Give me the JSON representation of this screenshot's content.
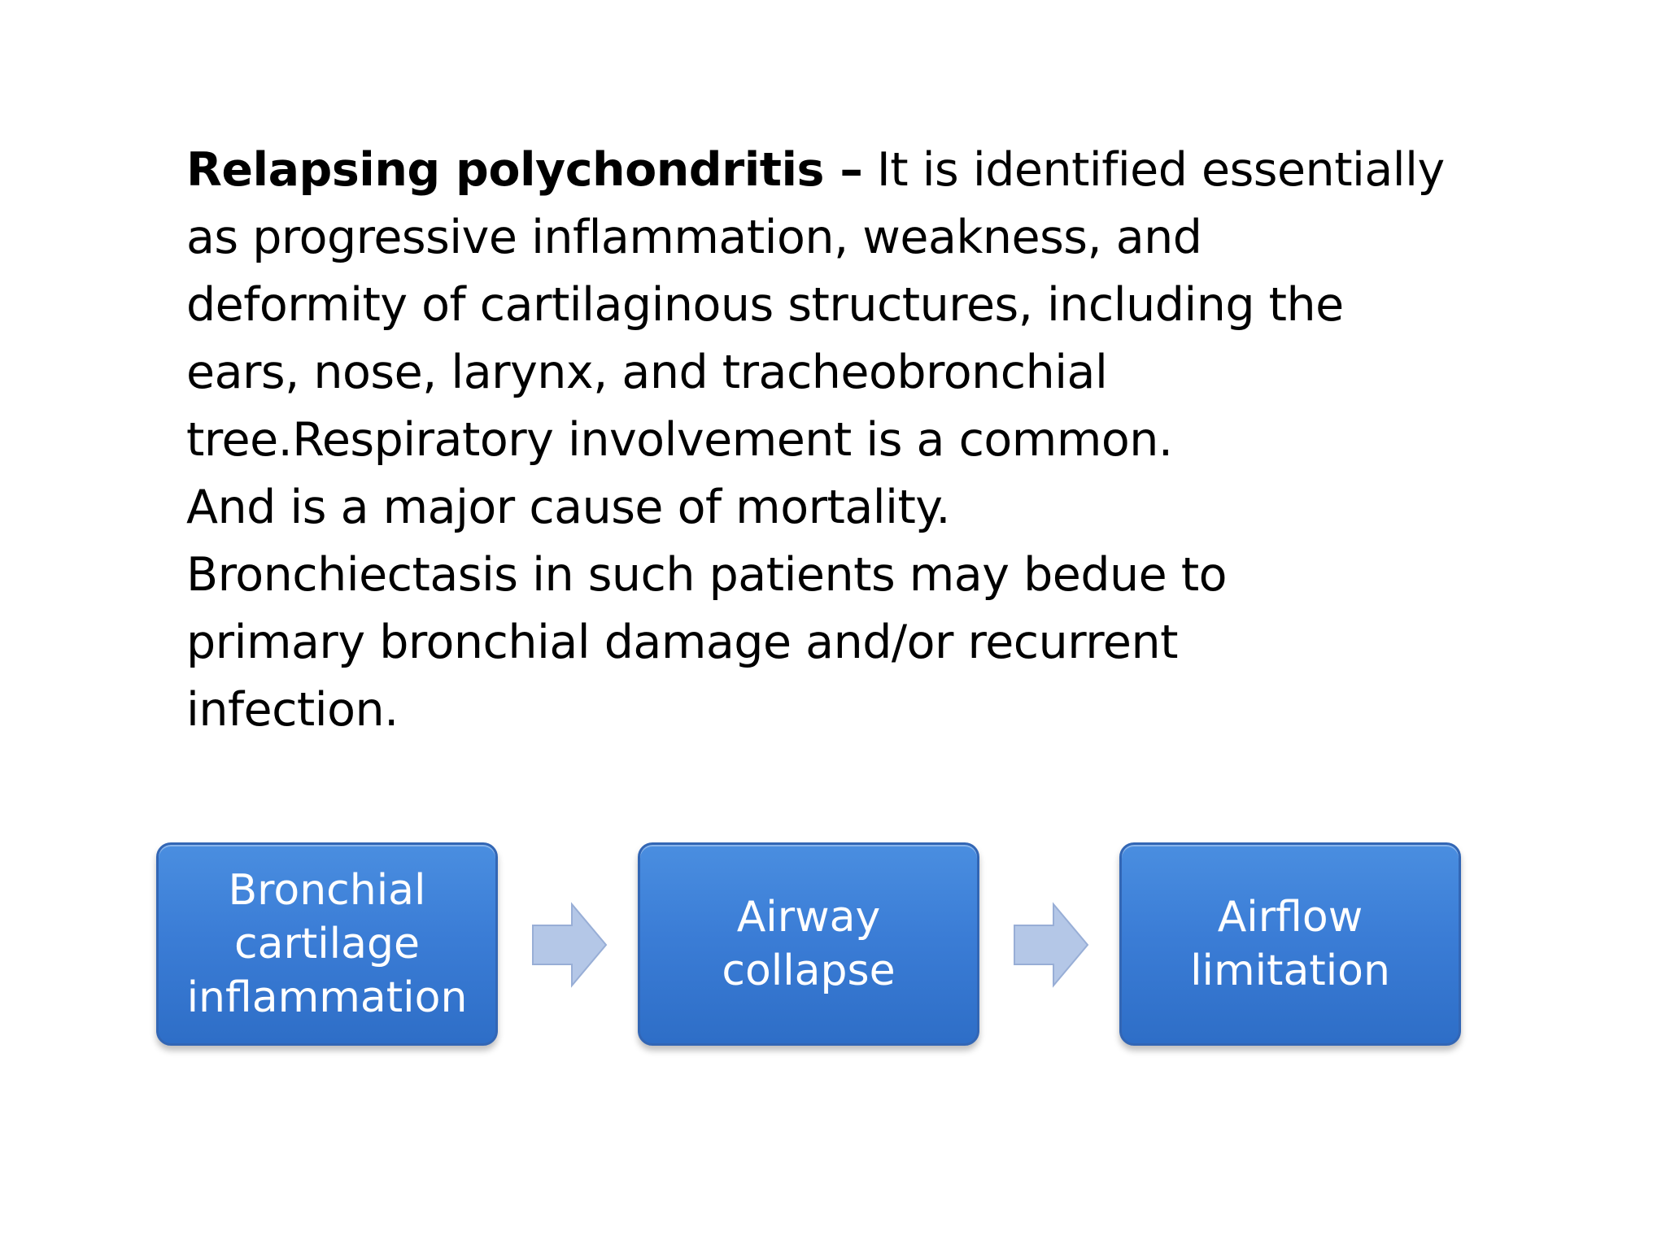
{
  "paragraph": {
    "bold_lead": "Relapsing polychondritis –",
    "first_line_rest": " It is identified essentially",
    "lines": [
      "as progressive inflammation, weakness, and",
      "deformity of cartilaginous structures, including the",
      "ears, nose, larynx, and tracheobronchial",
      "tree.Respiratory involvement is a common.",
      "And is a major cause of mortality.",
      "Bronchiectasis in such patients may bedue to",
      "primary bronchial damage and/or recurrent",
      "infection."
    ]
  },
  "process": {
    "box_color": "#3b7dd6",
    "arrow_color": "#b4c7e7",
    "steps": [
      "Bronchial\ncartilage\ninflammation",
      "Airway\ncollapse",
      "Airflow\nlimitation"
    ]
  }
}
